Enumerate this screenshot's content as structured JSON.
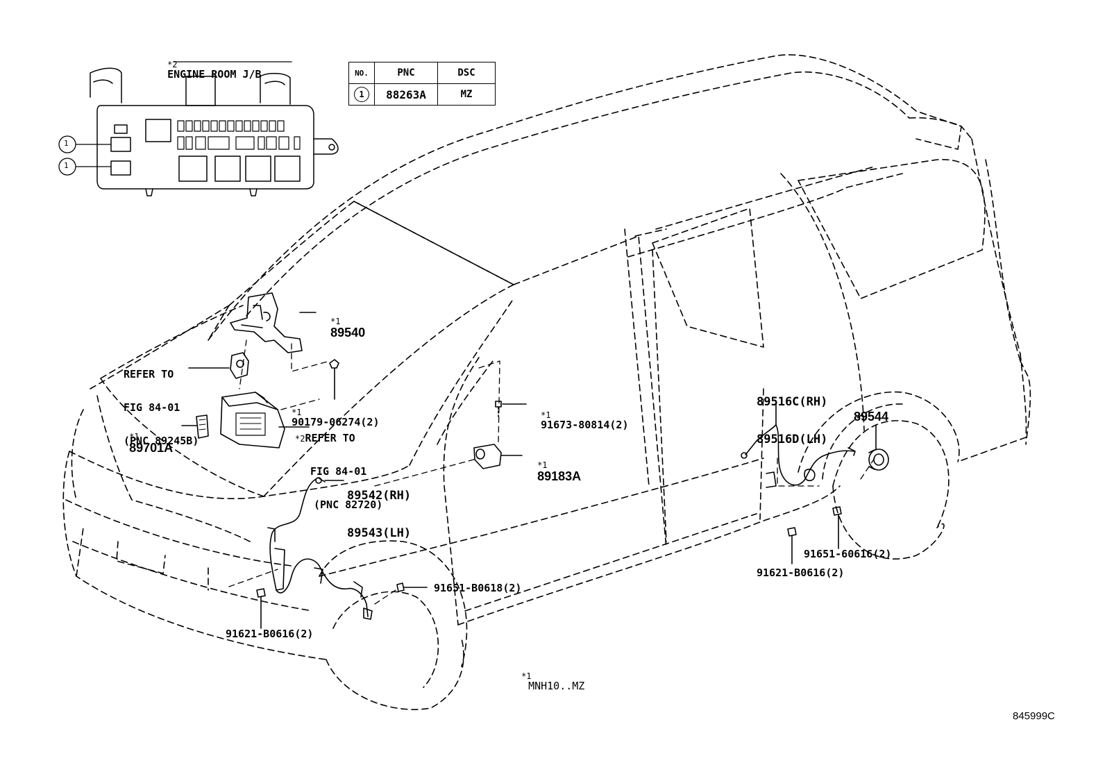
{
  "engine_room_jb": {
    "star": "*2",
    "title": "ENGINE ROOM J/B",
    "callout": "1"
  },
  "table": {
    "headers": [
      "NO.",
      "PNC",
      "DSC"
    ],
    "rows": [
      {
        "no": "1",
        "pnc": "88263A",
        "dsc": "MZ"
      }
    ]
  },
  "parts": {
    "p89540": {
      "star": "*1",
      "text": "89540"
    },
    "refer1": {
      "l1": "REFER TO",
      "l2": "FIG 84-01",
      "l3": "(PNC 89245B)"
    },
    "p90179": {
      "star": "*1",
      "text": "90179-06274(2)"
    },
    "refer2": {
      "star": "*2",
      "l1": "REFER TO",
      "l2": "FIG 84-01",
      "l3": "(PNC 82720)"
    },
    "p89701": {
      "star": "*1",
      "text": "89701A"
    },
    "p91673": {
      "star": "*1",
      "text": "91673-80814(2)"
    },
    "p89183": {
      "star": "*1",
      "text": "89183A"
    },
    "p89542": {
      "l1": "89542(RH)",
      "l2": "89543(LH)"
    },
    "p89516": {
      "l1": "89516C(RH)",
      "l2": "89516D(LH)"
    },
    "p89544": {
      "text": "89544"
    },
    "p91651a": {
      "text": "91651-B0618(2)"
    },
    "p91621a": {
      "text": "91621-B0616(2)"
    },
    "p91651b": {
      "text": "91651-60616(2)"
    },
    "p91621b": {
      "text": "91621-B0616(2)"
    }
  },
  "footnote": {
    "star": "*1",
    "text": "MNH10..MZ"
  },
  "figure_code": "845999C"
}
